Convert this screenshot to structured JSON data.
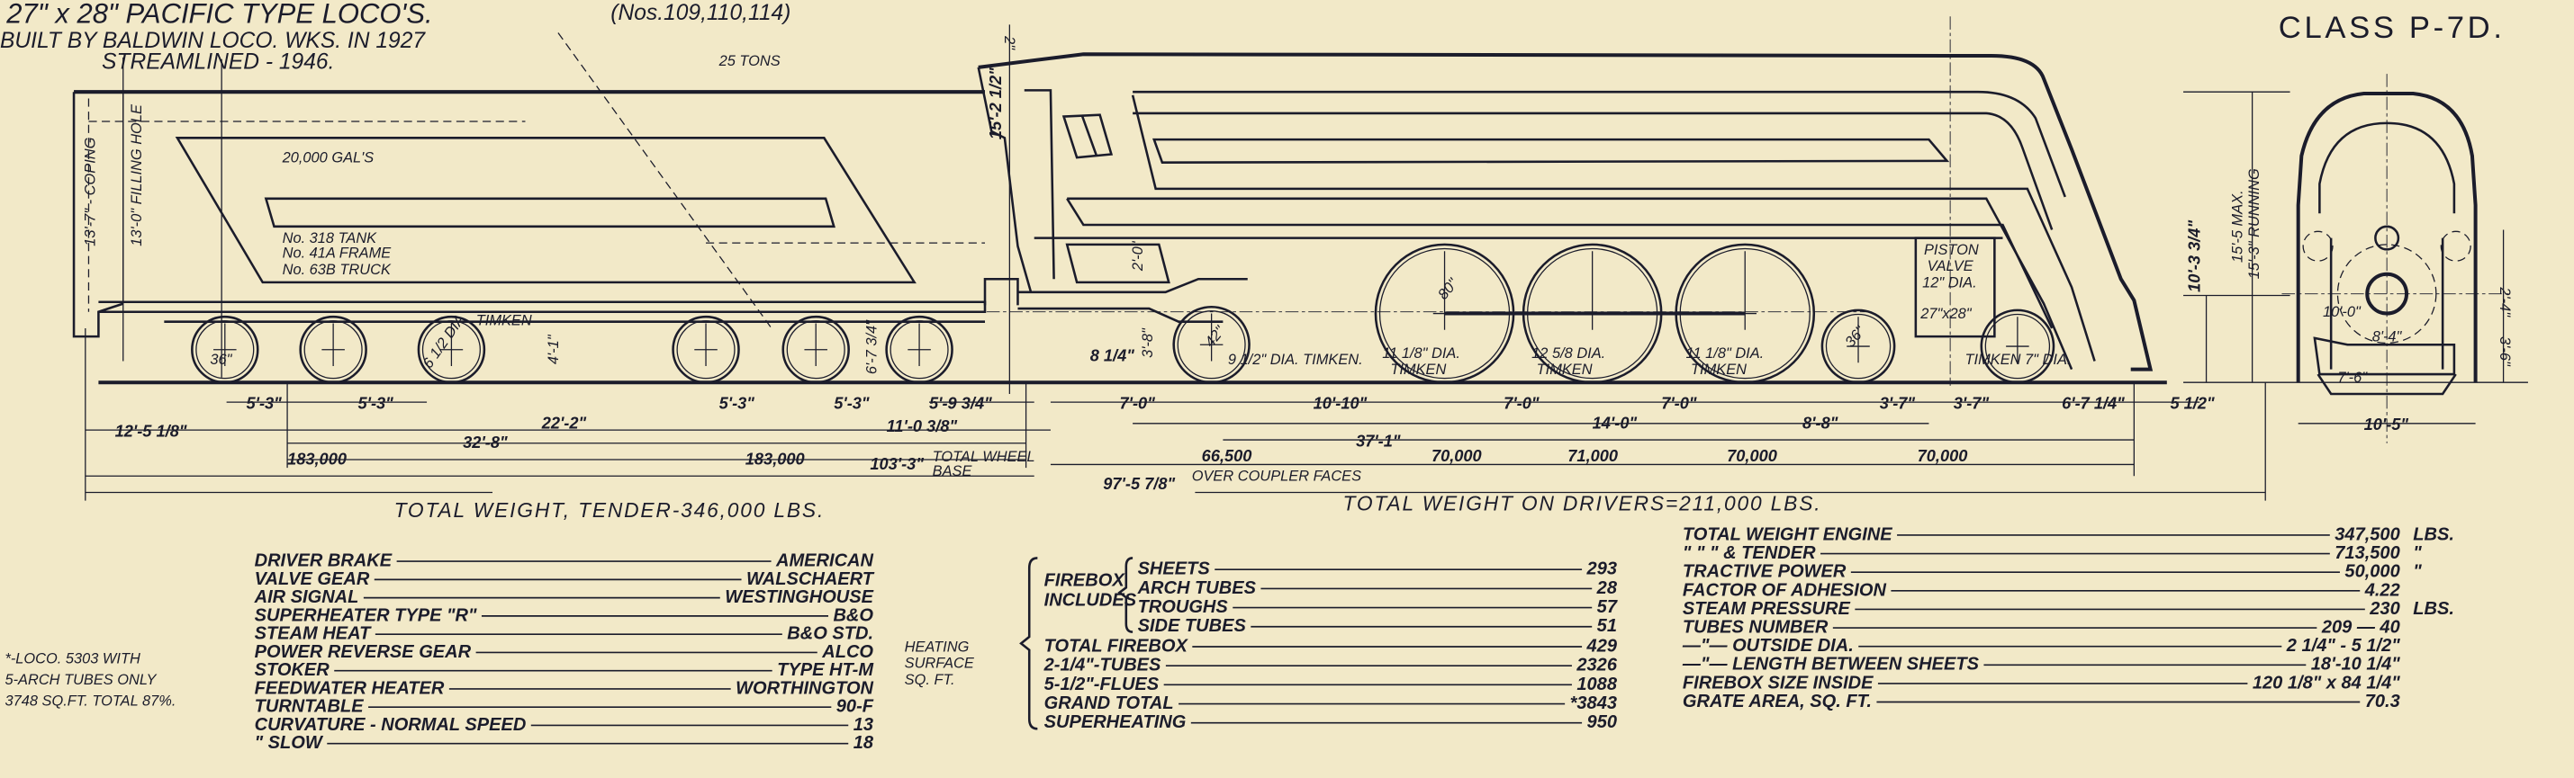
{
  "title": {
    "line1": "27\" x 28\" PACIFIC TYPE LOCO'S.",
    "numbers": "(Nos.109,110,114)",
    "line2": "BUILT BY BALDWIN LOCO. WKS. IN 1927",
    "line3": "STREAMLINED - 1946.",
    "class": "CLASS P-7D."
  },
  "tender": {
    "coal": "25 TONS",
    "water": "20,000 GAL'S",
    "tank": "No. 318 TANK",
    "frame": "No. 41A FRAME",
    "truck": "No. 63B TRUCK",
    "coping": "13'-7\" - COPING",
    "filling_hole": "13'-0\" FILLING HOLE",
    "timken": "TIMKEN",
    "wheel_dia": "6 1/2 DIA",
    "wheel_dia_2": "36\"",
    "height_1": "4'-1\"",
    "height_2": "6'-7 3/4\""
  },
  "locomotive": {
    "cab_height": "15'-2 1/2\"",
    "top_offset": "2\"",
    "piston_valve": [
      "PISTON",
      "VALVE",
      "12\" DIA."
    ],
    "cylinders": "27\"x28\"",
    "drivers": [
      {
        "dia": "11 1/8\" DIA.",
        "bearing": "TIMKEN"
      },
      {
        "dia": "12 5/8 DIA.",
        "bearing": "TIMKEN"
      },
      {
        "dia": "11 1/8\" DIA.",
        "bearing": "TIMKEN"
      }
    ],
    "driver_size": "80\"",
    "trailing_truck": "9 1/2\" DIA. TIMKEN.",
    "engine_truck": "TIMKEN 7\" DIA.",
    "engine_truck_wheel": "36\"",
    "trailing_wheel": "42\"",
    "offset_8": "8 1/4\"",
    "height_3": "3'-8\"",
    "height_4": "2'-0\""
  },
  "dimensions": {
    "tender_overhang": "12'-5 1/8\"",
    "tender_a1": "5'-3\"",
    "tender_a2": "5'-3\"",
    "tender_b1": "5'-3\"",
    "tender_b2": "5'-3\"",
    "tender_truck_centers": "22'-2\"",
    "tender_wheelbase": "32'-8\"",
    "tender_weight_1": "183,000",
    "tender_weight_2": "183,000",
    "drawbar": "5'-9 3/4\"",
    "engine_tender_gap": "11'-0 3/8\"",
    "total_wheelbase": "103'-3\"",
    "total_wheelbase_label_1": "TOTAL WHEEL",
    "total_wheelbase_label_2": "BASE",
    "trailing_to_driver_0": "7'-0\"",
    "trailing_to_driver": "10'-10\"",
    "driver_spacing_1": "7'-0\"",
    "driver_spacing_2": "7'-0\"",
    "driver_wheelbase": "14'-0\"",
    "engine_truck_to_driver": "8'-8\"",
    "engine_truck_1": "3'-7\"",
    "engine_truck_2": "3'-7\"",
    "front_overhang": "6'-7 1/4\"",
    "engine_wheelbase": "37'-1\"",
    "weight_trailing": "66,500",
    "weight_driver_1": "70,000",
    "weight_driver_2": "71,000",
    "weight_driver_3": "70,000",
    "weight_truck": "70,000",
    "over_couplers": "97'-5 7/8\"",
    "over_couplers_label": "OVER COUPLER FACES",
    "total_weight_tender": "TOTAL WEIGHT, TENDER-346,000 LBS.",
    "total_weight_drivers": "TOTAL WEIGHT ON DRIVERS=211,000 LBS.",
    "pilot_clearance": "5 1/2\""
  },
  "end_view": {
    "boiler_center": "10'-3 3/4\"",
    "max_height": "15'-5 MAX.",
    "running_height": "15'-3\" RUNNING",
    "width": "10'-5\"",
    "headlight": "10'-0\"",
    "cyl_center": "8'-4\"",
    "cyl_width": "7'-6\"",
    "low_1": "2'-4\"",
    "low_2": "3'-6\""
  },
  "appliances": [
    {
      "label": "DRIVER BRAKE",
      "value": "AMERICAN"
    },
    {
      "label": "VALVE GEAR",
      "value": "WALSCHAERT"
    },
    {
      "label": "AIR SIGNAL",
      "value": "WESTINGHOUSE"
    },
    {
      "label": "SUPERHEATER TYPE \"R\"",
      "value": "B&O"
    },
    {
      "label": "STEAM HEAT",
      "value": "B&O STD."
    },
    {
      "label": "POWER REVERSE GEAR",
      "value": "ALCO"
    },
    {
      "label": "STOKER",
      "value": "TYPE HT-M"
    },
    {
      "label": "FEEDWATER HEATER",
      "value": "WORTHINGTON"
    },
    {
      "label": "TURNTABLE",
      "value": "90-F"
    },
    {
      "label": "CURVATURE - NORMAL SPEED",
      "value": "13"
    },
    {
      "label": "\"          SLOW",
      "value": "18"
    }
  ],
  "footnote": [
    "*-LOCO. 5303 WITH",
    "5-ARCH TUBES ONLY",
    "3748 SQ.FT. TOTAL 87%."
  ],
  "heating_surface": {
    "title": [
      "HEATING",
      "SURFACE",
      "SQ. FT."
    ],
    "firebox_includes_label": [
      "FIREBOX",
      "INCLUDES"
    ],
    "firebox_includes": [
      {
        "label": "SHEETS",
        "value": "293"
      },
      {
        "label": "ARCH TUBES",
        "value": "28"
      },
      {
        "label": "TROUGHS",
        "value": "57"
      },
      {
        "label": "SIDE TUBES",
        "value": "51"
      }
    ],
    "rows": [
      {
        "label": "TOTAL FIREBOX",
        "value": "429"
      },
      {
        "label": "2-1/4\"-TUBES",
        "value": "2326"
      },
      {
        "label": "5-1/2\"-FLUES",
        "value": "1088"
      },
      {
        "label": "GRAND TOTAL",
        "value": "*3843"
      },
      {
        "label": "SUPERHEATING",
        "value": "950"
      }
    ]
  },
  "performance": [
    {
      "label": "TOTAL WEIGHT ENGINE",
      "value": "347,500",
      "unit": "LBS."
    },
    {
      "label": "\"       \"       \"      & TENDER",
      "value": "713,500",
      "unit": "\""
    },
    {
      "label": "TRACTIVE POWER",
      "value": "50,000",
      "unit": "\""
    },
    {
      "label": "FACTOR OF ADHESION",
      "value": "4.22",
      "unit": ""
    },
    {
      "label": "STEAM PRESSURE",
      "value": "230",
      "unit": "LBS."
    },
    {
      "label": "TUBES NUMBER",
      "value": "209 — 40",
      "unit": ""
    },
    {
      "label": "—\"— OUTSIDE DIA.",
      "value": "2 1/4\" - 5 1/2\"",
      "unit": ""
    },
    {
      "label": "—\"— LENGTH BETWEEN SHEETS",
      "value": "18'-10 1/4\"",
      "unit": ""
    },
    {
      "label": "FIREBOX SIZE INSIDE",
      "value": "120 1/8\" x 84 1/4\"",
      "unit": ""
    },
    {
      "label": "GRATE AREA, SQ. FT.",
      "value": "70.3",
      "unit": ""
    }
  ],
  "colors": {
    "paper": "#f2e9c8",
    "ink": "#1b1c2b"
  }
}
